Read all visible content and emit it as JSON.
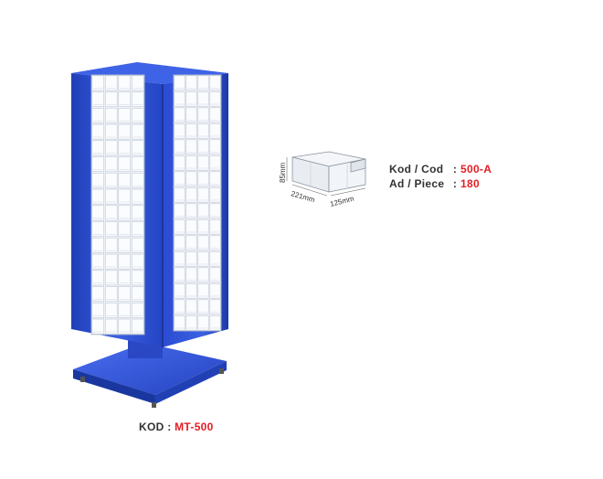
{
  "product": {
    "code_label": "KOD :",
    "code_value": "MT-500",
    "image_icon": "rotating-bin-rack-icon"
  },
  "bin": {
    "image_icon": "storage-bin-icon",
    "dim_height": "85mm",
    "dim_length": "221mm",
    "dim_width": "125mm"
  },
  "specs": {
    "code_label": "Kod / Cod",
    "code_sep": ":",
    "code_value": "500-A",
    "piece_label": "Ad / Piece",
    "piece_sep": ":",
    "piece_value": "180"
  },
  "colors": {
    "frame_blue": "#2c4fd0",
    "accent_red": "#e31e24",
    "text": "#333333"
  }
}
